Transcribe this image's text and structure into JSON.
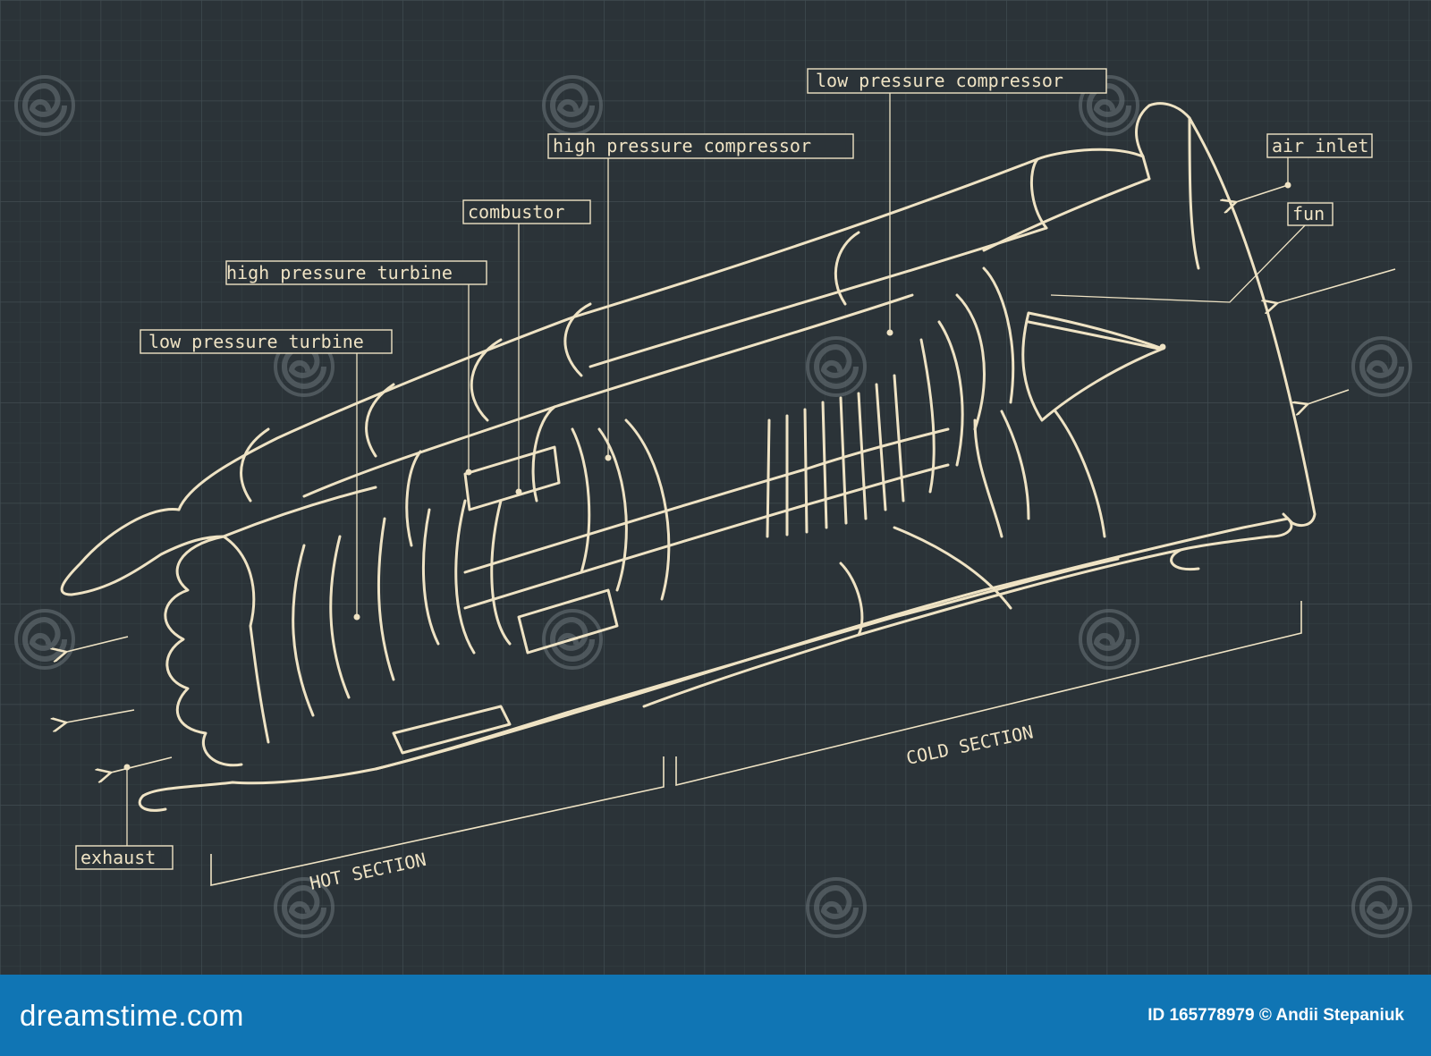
{
  "diagram": {
    "labels": {
      "low_pressure_compressor": "low pressure compressor",
      "high_pressure_compressor": "high pressure compressor",
      "combustor": "combustor",
      "high_pressure_turbine": "high pressure turbine",
      "low_pressure_turbine": "low pressure turbine",
      "air_inlet": "air inlet",
      "fun": "fun",
      "exhaust": "exhaust"
    },
    "sections": {
      "hot": "HOT SECTION",
      "cold": "COLD SECTION"
    },
    "colors": {
      "background": "#2b3338",
      "grid": "#3b4549",
      "line": "#efe3c4"
    }
  },
  "watermark": {
    "text": "dreamstime",
    "icon": "spiral-logo-icon"
  },
  "footer": {
    "brand": "dreamstime.com",
    "credit": "ID 165778979 © Andii Stepaniuk",
    "color": "#1075b4"
  }
}
